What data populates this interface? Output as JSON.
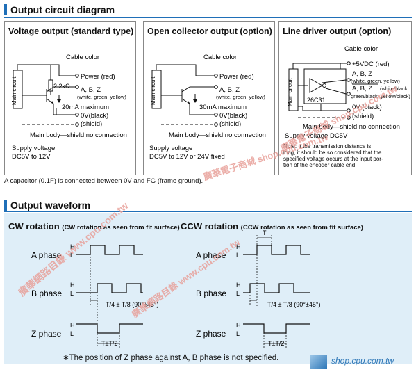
{
  "sections": {
    "output_circuit": "Output circuit diagram",
    "output_waveform": "Output waveform"
  },
  "voltage": {
    "title": "Voltage output (standard type)",
    "cable_color": "Cable color",
    "main_circuit": "Main circuit",
    "power": "Power (red)",
    "resistor": "2.2kΩ",
    "abz": "A, B, Z",
    "abz_colors": "(white, green, yellow)",
    "current": "20mA maximum",
    "zero_v": "0V(black)",
    "shield": "(shield)",
    "main_body": "Main body—shield no connection",
    "supply_label": "Supply voltage",
    "supply_value": "DC5V to 12V"
  },
  "open_collector": {
    "title": "Open collector output (option)",
    "cable_color": "Cable color",
    "main_circuit": "Main circuit",
    "power": "Power (red)",
    "abz": "A, B, Z",
    "abz_colors": "(white, green, yellow)",
    "current": "30mA maximum",
    "zero_v": "0V(black)",
    "shield": "(shield)",
    "main_body": "Main body—shield no connection",
    "supply_label": "Supply voltage",
    "supply_value": "DC5V to 12V or 24V fixed"
  },
  "line_driver": {
    "title": "Line driver output (option)",
    "cable_color": "Cable color",
    "main_circuit": "Main circuit",
    "plus5": "+5VDC (red)",
    "abz": "A, B, Z",
    "abz_colors": "(white, green, yellow)",
    "abz_bar": "A, B, Z",
    "abz_bar_colors": "(white/black,",
    "abz_bar_colors2": "green/black, yellow/black)",
    "chip": "26C31",
    "zero_v": "0V (black)",
    "shield": "(shield)",
    "main_body": "Main body—shield no connection",
    "supply": "Supply voltage  DC5V",
    "note": [
      "Note: If the transmission distance is",
      "long, it should be so considered that the",
      "specified voltage occurs at the input por-",
      "tion of the encoder cable end."
    ]
  },
  "capacitor_note": "A capacitor (0.1F) is connected between 0V and FG (frame ground).",
  "cw": {
    "title": "CW rotation",
    "subtitle": "(CW rotation as seen from fit surface)",
    "phases": [
      "A phase",
      "B phase",
      "Z phase"
    ],
    "h": "H",
    "l": "L",
    "phase_diff": "T/4 ± T/8 (90°±45°)",
    "z_width": "T±T/2"
  },
  "ccw": {
    "title": "CCW rotation",
    "subtitle": "(CCW rotation as seen from fit surface)",
    "phases": [
      "A phase",
      "B phase",
      "Z phase"
    ],
    "h": "H",
    "l": "L",
    "period": "T",
    "phase_diff": "T/4 ± T/8 (90°±45°)",
    "z_width": "T±T/2"
  },
  "footnote": "∗The position of Z phase against A, B phase is not specified.",
  "watermarks": [
    "廣華電子商城  shop.cpu.com.tw",
    "廣華電子商城  shop.cpu.com.tw",
    "廣華網路目錄  www.cpu.com.tw",
    "廣華網路目錄  www.cpu.com.tw"
  ],
  "logo": "shop.cpu.com.tw",
  "colors": {
    "accent": "#1f6fb8",
    "panel": "#dfeef8",
    "watermark": "#e8a09a"
  }
}
